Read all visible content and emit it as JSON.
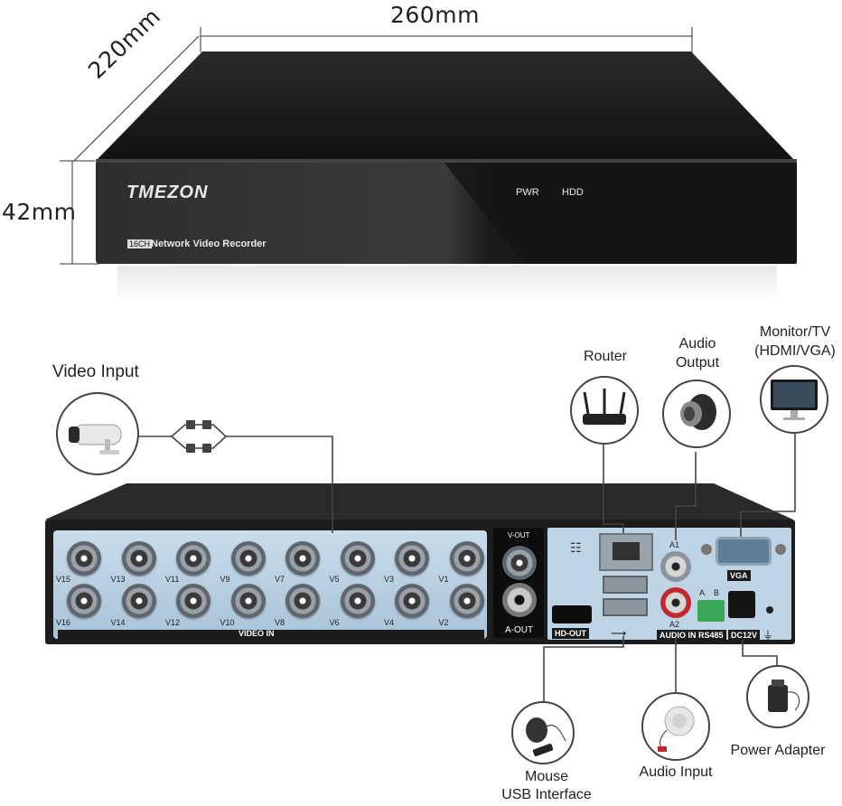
{
  "dimensions": {
    "width": "260mm",
    "depth": "220mm",
    "height": "42mm"
  },
  "front_panel": {
    "brand": "TMEZON",
    "channel_badge": "16CH",
    "model_label": "Network Video Recorder",
    "pwr_label": "PWR",
    "hdd_label": "HDD"
  },
  "rear_panel": {
    "video_in_label": "VIDEO IN",
    "top_channels": [
      "V15",
      "V13",
      "V11",
      "V9",
      "V7",
      "V5",
      "V3",
      "V1"
    ],
    "bottom_channels": [
      "V16",
      "V14",
      "V12",
      "V10",
      "V8",
      "V6",
      "V4",
      "V2"
    ],
    "v_out_label": "V-OUT",
    "a_out_label": "A-OUT",
    "hd_out_label": "HD-OUT",
    "audio_in_label": "AUDIO IN",
    "a1_label": "A1",
    "a2_label": "A2",
    "vga_label": "VGA",
    "rs485_label": "RS485",
    "rs485_a": "A",
    "rs485_b": "B",
    "dc_label": "DC12V"
  },
  "callouts": {
    "video_input": "Video Input",
    "router": "Router",
    "audio_output_line1": "Audio",
    "audio_output_line2": "Output",
    "monitor_line1": "Monitor/TV",
    "monitor_line2": "(HDMI/VGA)",
    "mouse_line1": "Mouse",
    "mouse_line2": "USB Interface",
    "audio_input": "Audio Input",
    "power_adapter": "Power Adapter"
  },
  "colors": {
    "panel_blue": "#b9d0e2",
    "device_body": "#1e1e1e"
  }
}
